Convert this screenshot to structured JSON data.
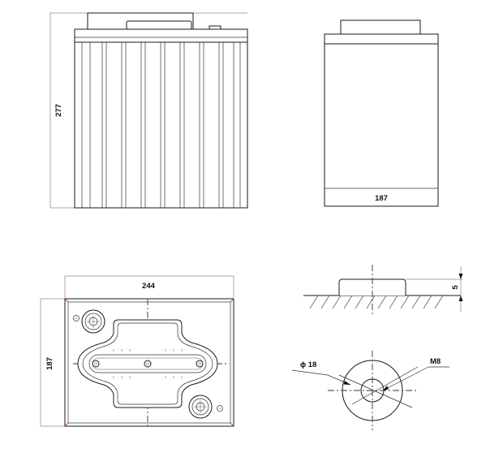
{
  "front_view": {
    "height_dim": "277"
  },
  "side_view": {
    "width_dim": "187"
  },
  "top_view": {
    "length_dim": "244",
    "width_dim": "187"
  },
  "terminal_side_view": {
    "height_dim": "5"
  },
  "terminal_top_view": {
    "diameter_dim": "ϕ 18",
    "thread_dim": "M8"
  }
}
